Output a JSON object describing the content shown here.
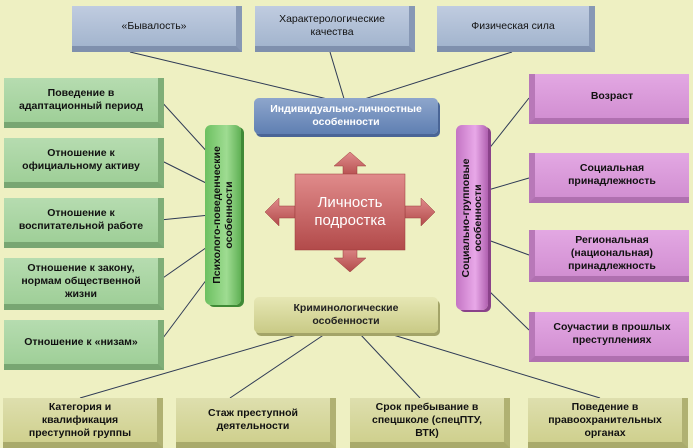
{
  "center": {
    "line1": "Личность",
    "line2": "подростка"
  },
  "top_boxes": [
    {
      "line1": "«Бывалость»",
      "line2": ""
    },
    {
      "line1": "Характерологические",
      "line2": "качества"
    },
    {
      "line1": "Физическая сила",
      "line2": ""
    }
  ],
  "individual": {
    "line1": "Индивидуально-личностные",
    "line2": "особенности"
  },
  "left_boxes": [
    {
      "line1": "Поведение в",
      "line2": "адаптационный период",
      "line3": ""
    },
    {
      "line1": "Отношение к",
      "line2": "официальному активу",
      "line3": ""
    },
    {
      "line1": "Отношение к",
      "line2": "воспитательной работе",
      "line3": ""
    },
    {
      "line1": "Отношение к закону,",
      "line2": "нормам общественной",
      "line3": "жизни"
    },
    {
      "line1": "Отношение к «низам»",
      "line2": "",
      "line3": ""
    }
  ],
  "psych": {
    "line1": "Психолого-поведенческие",
    "line2": "особенности"
  },
  "social": {
    "line1": "Социально-групповые",
    "line2": "особенности"
  },
  "right_boxes": [
    {
      "line1": "Возраст",
      "line2": "",
      "line3": ""
    },
    {
      "line1": "Социальная",
      "line2": "принадлежность",
      "line3": ""
    },
    {
      "line1": "Региональная",
      "line2": "(национальная)",
      "line3": "принадлежность"
    },
    {
      "line1": "Соучастии в прошлых",
      "line2": "преступлениях",
      "line3": ""
    }
  ],
  "criminal": {
    "line1": "Криминологические",
    "line2": "особенности"
  },
  "bottom_boxes": [
    {
      "line1": "Категория и",
      "line2": "квалификация",
      "line3": "преступной группы"
    },
    {
      "line1": "Стаж преступной",
      "line2": "деятельности",
      "line3": ""
    },
    {
      "line1": "Срок пребывание в",
      "line2": "спецшколе (спецПТУ,",
      "line3": "ВТК)"
    },
    {
      "line1": "Поведение в",
      "line2": "правоохранительных",
      "line3": "органах"
    }
  ],
  "colors": {
    "background": "#eef0c2",
    "blue": "#a3b5ce",
    "green": "#9fcf98",
    "pink": "#d28fd2",
    "olive": "#cfd08e",
    "core": "#c95f5f"
  }
}
